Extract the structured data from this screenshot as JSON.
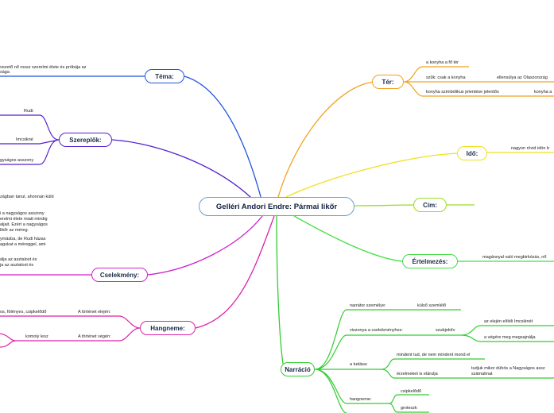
{
  "central": "Gelléri Andori Endre: Pármai likőr",
  "colors": {
    "tema": "#2255dd",
    "szereplok": "#5522cc",
    "cselekmeny": "#cc22cc",
    "hangnem": "#dd22aa",
    "ter": "#f0a020",
    "ido": "#f0e020",
    "cim": "#99dd22",
    "ertelmezes": "#44dd44",
    "narracio": "#33cc33"
  },
  "branches": {
    "tema": "Téma:",
    "szereplok": "Szereplők:",
    "cselekmeny": "Cselekmény:",
    "hangnem": "Hangneme:",
    "ter": "Tér:",
    "ido": "Idő:",
    "cim": "Cím:",
    "ertelmezes": "Értelmezés:",
    "narracio": "Narráció"
  },
  "tema_text": [
    "vezető nő rossz szerelmi élete és próbája az",
    "sága"
  ],
  "szereplok_items": [
    "Rudi:",
    "Imcsikné",
    "gyságos asszony"
  ],
  "cselekmeny_text": [
    "zágban tanul, ahonnan küld",
    "i a nagyságos asszony",
    "erelmi élete miatt mindig",
    "aljait. Ezért a  nagyságos",
    " likőr az méreg.",
    "ymásba, de Rudi házas",
    "agukat a méreggel, ami",
    "álja az asztalost és",
    "ja az asztalost és"
  ],
  "hangnem_items": {
    "eleje_label": "A történet elején:",
    "eleje_value": "os, fölényes, csipkelődő",
    "vege_label": "A történet végén:",
    "vege_value": "komoly lesz"
  },
  "ter_items": {
    "a": "a konyha a fő tér",
    "b": "szűk: csak a konyha",
    "b2": "ellensúlya az Olaszország",
    "c": "konyha szimbólikus jelentése jelentős",
    "c2": "konyha a"
  },
  "ido_text": "nagyon rövid idön b",
  "ertelmezes_text": "magánnyal való megbirkózás, nő",
  "narracio": {
    "n1": "narrátor személye:",
    "n1a": "külső szemlélő",
    "n2": "viszonya a cselekményhez:",
    "n2a": "szubjektív",
    "n2b": "az elején elítéli Imcsiknét",
    "n2c": "a végére meg megsajnálja",
    "n3": "a tudása:",
    "n3a": "mindent tud, de nem mindent mond el",
    "n3b": "érzelmeket is elárulja",
    "n3c1": "tudjuk mikor dühös a Nagyságos assz",
    "n3c2": "számalmat",
    "n4": "hangneme:",
    "n4a": "csipkelődő",
    "n4b": "groteszk"
  }
}
